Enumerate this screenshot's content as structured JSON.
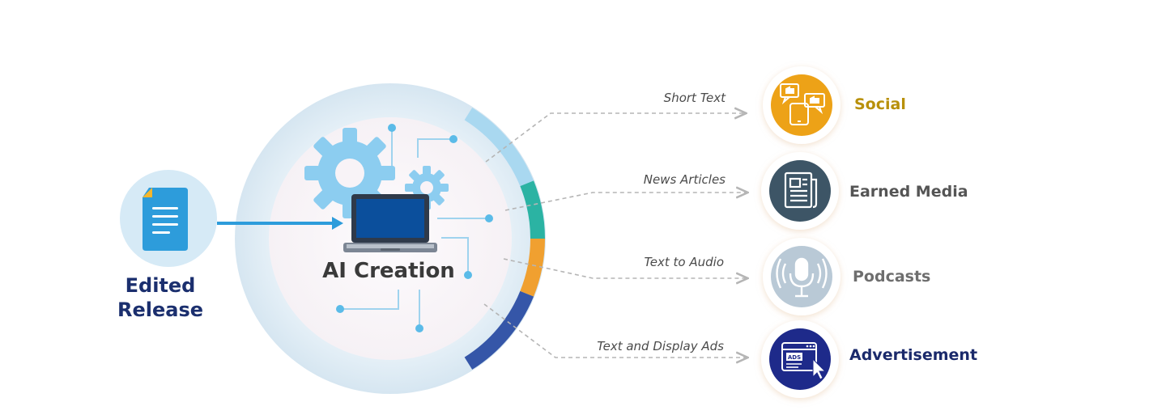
{
  "source": {
    "label_line1": "Edited",
    "label_line2": "Release",
    "icon": "document-icon"
  },
  "center": {
    "label": "AI Creation",
    "icons": [
      "gear-icon",
      "laptop-icon",
      "circuit-icon"
    ]
  },
  "outputs": [
    {
      "edge_label": "Short Text",
      "label": "Social",
      "icon": "social-thumbs-up-icon",
      "icon_color": "#EDA217",
      "label_color": "#B8900A"
    },
    {
      "edge_label": "News Articles",
      "label": "Earned Media",
      "icon": "newspaper-icon",
      "icon_color": "#3D5566",
      "label_color": "#555555"
    },
    {
      "edge_label": "Text to Audio",
      "label": "Podcasts",
      "icon": "microphone-icon",
      "icon_color": "#B9C9D6",
      "label_color": "#6E6E6E"
    },
    {
      "edge_label": "Text and Display Ads",
      "label": "Advertisement",
      "icon": "ads-browser-icon",
      "icon_color": "#1E2A8A",
      "label_color": "#1B2A6B"
    }
  ],
  "colors": {
    "ring_segments": [
      "#A9D8F0",
      "#2BB3A3",
      "#F0A030",
      "#3556A8"
    ],
    "accent_blue": "#2D9CDB",
    "halo": "#DCEAF3"
  }
}
